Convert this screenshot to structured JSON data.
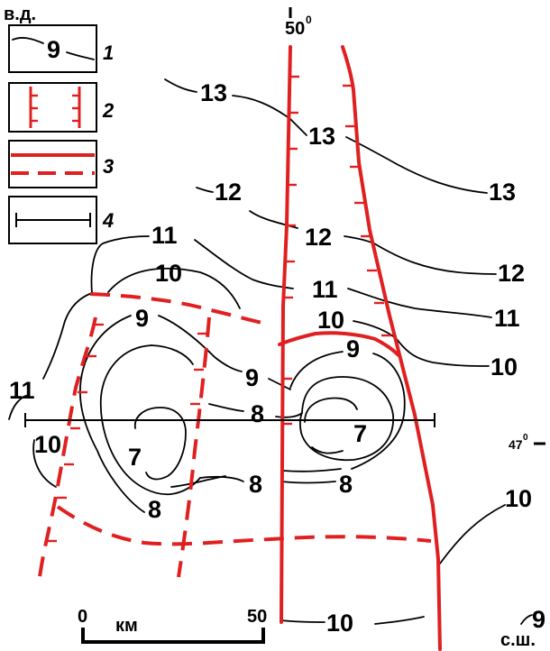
{
  "corner_labels": {
    "top_left": "в.д.",
    "bottom_right": "с.ш."
  },
  "coordinates": {
    "longitude": {
      "value": "50",
      "degree_mark": "0"
    },
    "latitude": {
      "value": "47",
      "degree_mark": "0"
    }
  },
  "legend": [
    {
      "number": "1",
      "sample_label": "9",
      "meaning_icon": "isoline"
    },
    {
      "number": "2",
      "sample_label": "",
      "meaning_icon": "graben-boundary-faults"
    },
    {
      "number": "3",
      "sample_label": "",
      "meaning_icon": "fault-solid-and-dashed"
    },
    {
      "number": "4",
      "sample_label": "",
      "meaning_icon": "profile-line"
    }
  ],
  "isoline_labels": {
    "13_left": "13",
    "13_mid": "13",
    "13_right": "13",
    "12_left": "12",
    "12_mid": "12",
    "12_right": "12",
    "11_left": "11",
    "11_mid": "11",
    "11_right": "11",
    "11_far_left": "11",
    "10_top": "10",
    "10_mid": "10",
    "10_right": "10",
    "10_left": "10",
    "10_bottom_right": "10",
    "10_bottom": "10",
    "9_left_basin": "9",
    "9_center": "9",
    "9_right_basin": "9",
    "8_top": "8",
    "8_center": "8",
    "8_left_bottom": "8",
    "8_right": "8",
    "7_left": "7",
    "7_right": "7",
    "9_corner": "9"
  },
  "scale_bar": {
    "start": "0",
    "unit": "км",
    "end": "50"
  },
  "colors": {
    "isoline": "#000000",
    "fault": "#e02020",
    "background": "#ffffff"
  }
}
